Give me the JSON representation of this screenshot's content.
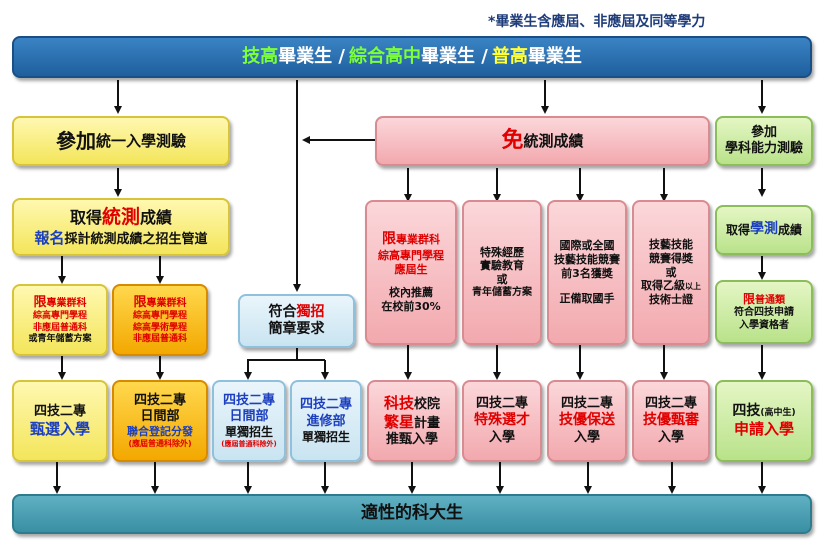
{
  "note": "*畢業生含應屆、非應屆及同等學力",
  "top": {
    "a": "技高",
    "b": "畢業生 /",
    "c": "綜合高中",
    "d": "畢業生 /",
    "e": "普高",
    "f": "畢業生"
  },
  "join_exam": {
    "a": "參加",
    "b": "統一入學測驗"
  },
  "exempt": {
    "a": "免",
    "b": "統測成績"
  },
  "subject_test": {
    "line1": "參加",
    "line2": "學科能力測驗"
  },
  "get_scores": {
    "a": "取得",
    "b": "統測",
    "c": "成績",
    "d": "報名",
    "e": "採計統測成績之招生管道"
  },
  "limit1": {
    "a": "限",
    "b": "專業群科",
    "line2": "綜高專門學程",
    "line3": "非應屆普通科",
    "line4": "或青年儲蓄方案"
  },
  "limit2": {
    "a": "限",
    "b": "專業群科",
    "line2": "綜高專門學程",
    "line3": "綜高學術學程",
    "line4": "非應屆普通科"
  },
  "independent": {
    "a": "符合",
    "b": "獨招",
    "line2": "簡章要求"
  },
  "p_limit": {
    "a": "限",
    "b": "專業群科",
    "line2": "綜高專門學程",
    "line3": "應屆生",
    "line4": "校內推薦",
    "line5": "在校前30%"
  },
  "p_special": {
    "line1": "特殊經歷",
    "line2": "實驗教育",
    "line3": "或",
    "line4": "青年儲蓄方案"
  },
  "p_intl": {
    "line1": "國際或全國",
    "line2": "技藝技能競賽",
    "line3": "前3名獲獎",
    "line4": "正備取國手"
  },
  "p_skill": {
    "line1": "技藝技能",
    "line2": "競賽得獎",
    "line3": "或",
    "line4a": "取得乙級",
    "line4b": "以上",
    "line5": "技術士證"
  },
  "gsat_scores": {
    "a": "取得",
    "b": "學測",
    "c": "成績"
  },
  "gsat_limit": {
    "a": "限",
    "b": "普通類",
    "line2": "符合四技申請",
    "line3": "入學資格者"
  },
  "b_sel": {
    "line1": "四技二專",
    "line2": "甄選入學"
  },
  "b_day": {
    "line1": "四技二專",
    "line2": "日間部",
    "line3": "聯合登記分發",
    "line4": "(應屆普通科除外)"
  },
  "b_day_ind": {
    "line1": "四技二專",
    "line2": "日間部",
    "line3": "單獨招生",
    "line4": "(應屆普通科除外)"
  },
  "b_ext": {
    "line1": "四技二專",
    "line2": "進修部",
    "line3": "單獨招生"
  },
  "b_star": {
    "a": "科技",
    "b": "校院",
    "line2a": "繁星",
    "line2b": "計畫",
    "line3": "推甄入學"
  },
  "b_talent": {
    "line1": "四技二專",
    "line2": "特殊選才",
    "line3": "入學"
  },
  "b_guar": {
    "line1": "四技二專",
    "line2": "技優保送",
    "line3": "入學"
  },
  "b_rev": {
    "line1": "四技二專",
    "line2": "技優甄審",
    "line3": "入學"
  },
  "b_app": {
    "a": "四技",
    "b": "(高中生)",
    "line2": "申請入學"
  },
  "bottom": "適性的科大生",
  "colors": {
    "blue": "#1f5f9e",
    "teal": "#3b8fa3",
    "yellow": "#f3e55a",
    "orange": "#f3a800",
    "pink": "#f2a9ae",
    "green": "#b9e28a",
    "light_blue": "#c9e4f1",
    "red": "#e00000"
  }
}
